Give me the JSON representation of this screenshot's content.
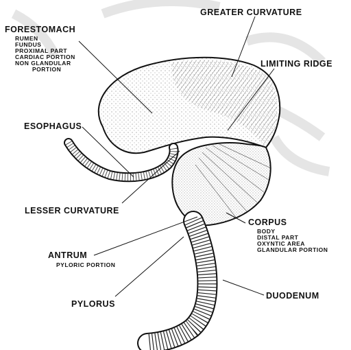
{
  "labels": {
    "greater_curvature": "GREATER CURVATURE",
    "forestomach": {
      "title": "FORESTOMACH",
      "lines": [
        "RUMEN",
        "FUNDUS",
        "PROXIMAL PART",
        "CARDIAC PORTION",
        "NON GLANDULAR",
        "PORTION"
      ]
    },
    "limiting_ridge": "LIMITING RIDGE",
    "esophagus": "ESOPHAGUS",
    "lesser_curvature": "LESSER CURVATURE",
    "corpus": {
      "title": "CORPUS",
      "lines": [
        "BODY",
        "DISTAL PART",
        "OXYNTIC AREA",
        "GLANDULAR PORTION"
      ]
    },
    "antrum": {
      "title": "ANTRUM",
      "sub": "PYLORIC PORTION"
    },
    "pylorus": "PYLORUS",
    "duodenum": "DUODENUM"
  },
  "colors": {
    "ink": "#111111",
    "watermark": "#c8c8c8",
    "paper": "#ffffff"
  }
}
